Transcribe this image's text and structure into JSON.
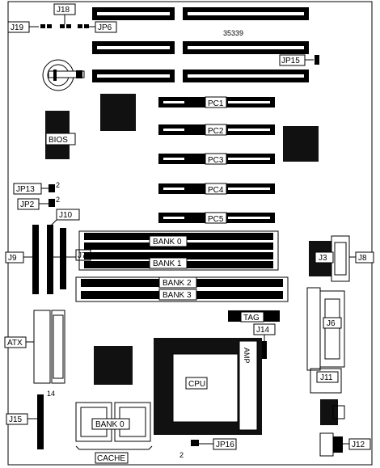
{
  "board_code": "35339",
  "labels": {
    "j18": "J18",
    "j19": "J19",
    "jp6": "JP6",
    "jp15": "JP15",
    "pc1": "PC1",
    "pc2": "PC2",
    "pc3": "PC3",
    "pc4": "PC4",
    "pc5": "PC5",
    "bios": "BIOS",
    "jp13": "JP13",
    "jp2": "JP2",
    "jp13_pin": "2",
    "jp2_pin": "2",
    "j10": "J10",
    "j9": "J9",
    "j7": "J7",
    "bank0": "BANK 0",
    "bank1": "BANK 1",
    "bank2": "BANK 2",
    "bank3": "BANK 3",
    "j3": "J3",
    "j8": "J8",
    "tag": "TAG",
    "j14": "J14",
    "j6": "J6",
    "atx": "ATX",
    "cpu": "CPU",
    "amp": "AMP",
    "j11": "J11",
    "j15": "J15",
    "j15_pin": "14",
    "cache_bank": "BANK 0",
    "cache": "CACHE",
    "jp16": "JP16",
    "jp16_pin": "2",
    "j12": "J12"
  }
}
